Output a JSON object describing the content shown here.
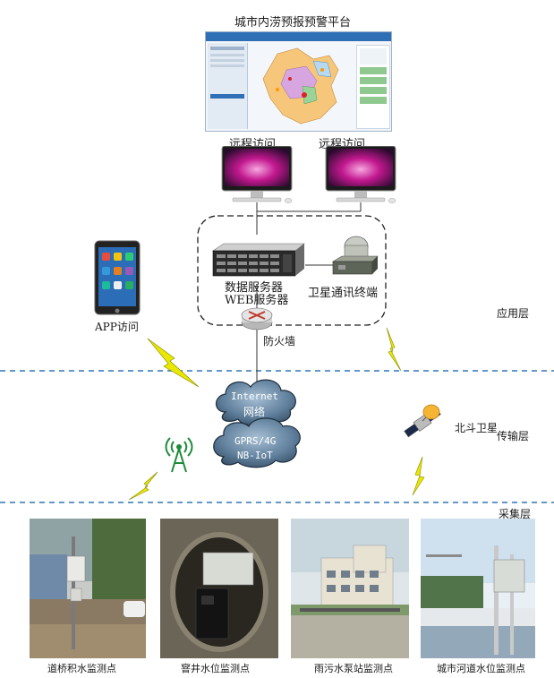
{
  "platform_title": "城市内涝预报预警平台",
  "remote_access_left": "远程访问",
  "remote_access_right": "远程访问",
  "app_access": "APP访问",
  "data_server": "数据服务器",
  "web_server": "WEB服务器",
  "satellite_terminal": "卫星通讯终端",
  "firewall": "防火墙",
  "internet_line1": "Internet",
  "internet_line2": "网络",
  "gprs_line1": "GPRS/4G",
  "gprs_line2": "NB-IoT",
  "beidou": "北斗卫星",
  "layers": {
    "application": "应用层",
    "transmission": "传输层",
    "collection": "采集层"
  },
  "monitoring_points": [
    {
      "label": "道桥积水监测点"
    },
    {
      "label": "窨井水位监测点"
    },
    {
      "label": "雨污水泵站监测点"
    },
    {
      "label": "城市河道水位监测点"
    }
  ],
  "colors": {
    "layer_divider": "#2e75b6",
    "lightning": "#e8e800",
    "cloud": "#5f7f9c",
    "screen": "#c2188f",
    "router": "#c0392b"
  }
}
